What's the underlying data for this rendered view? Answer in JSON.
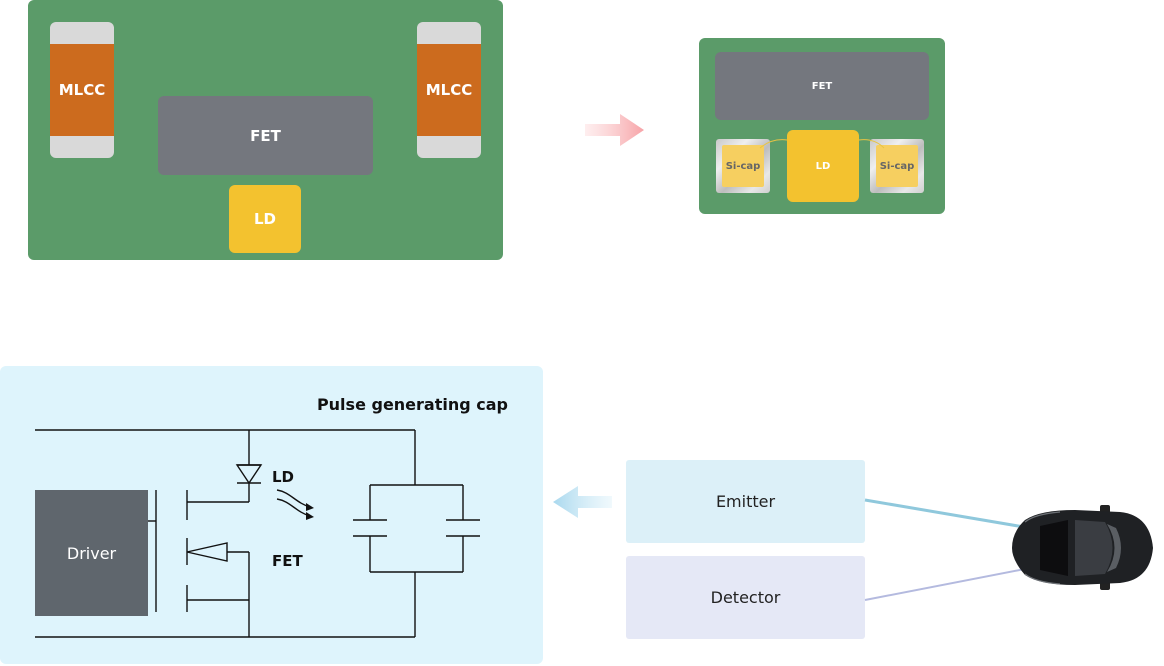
{
  "top_left_board": {
    "mlcc_left_label": "MLCC",
    "mlcc_right_label": "MLCC",
    "fet_label": "FET",
    "ld_label": "LD"
  },
  "top_right_board": {
    "fet_label": "FET",
    "ld_label": "LD",
    "sicap_left_label": "Si-cap",
    "sicap_right_label": "Si-cap"
  },
  "circuit": {
    "title": "Pulse generating cap",
    "driver_label": "Driver",
    "ld_label": "LD",
    "fet_label": "FET"
  },
  "lidar": {
    "emitter_label": "Emitter",
    "detector_label": "Detector"
  },
  "colors": {
    "board_green": "#5b9b69",
    "mlcc_orange": "#cc6b1e",
    "fet_gray": "#74777e",
    "ld_yellow": "#f3c22f",
    "panel_blue": "#def4fc",
    "emitter_box": "#dcf0f8",
    "detector_box": "#e5e8f6",
    "arrow_pink": "#f7a3a7",
    "arrow_blue": "#a9d8ee"
  }
}
